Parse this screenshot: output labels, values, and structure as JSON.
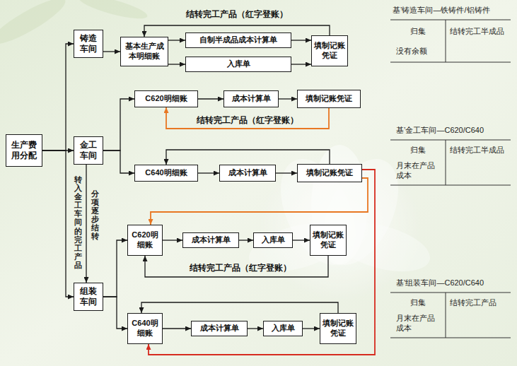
{
  "diagram": {
    "nodes": [
      {
        "text": [
          "生产费用分配"
        ]
      },
      {
        "text": [
          "铸造车间"
        ]
      },
      {
        "text": [
          "基本生产成本明细账"
        ]
      },
      {
        "text": [
          "自制半成品成本计算单"
        ]
      },
      {
        "text": [
          "入库单"
        ]
      },
      {
        "text": [
          "填制记账凭证"
        ]
      },
      {
        "text": [
          "金工车间"
        ]
      },
      {
        "text": [
          "C620明细账"
        ]
      },
      {
        "text": [
          "成本计算单"
        ]
      },
      {
        "text": [
          "填制记账凭证"
        ]
      },
      {
        "text": [
          "C640明细账"
        ]
      },
      {
        "text": [
          "成本计算单"
        ]
      },
      {
        "text": [
          "填制记账凭证"
        ]
      },
      {
        "text": [
          "组装车间"
        ]
      },
      {
        "text": [
          "C620明细账"
        ]
      },
      {
        "text": [
          "成本计算单"
        ]
      },
      {
        "text": [
          "入库单"
        ]
      },
      {
        "text": [
          "填制记账凭证"
        ]
      },
      {
        "text": [
          "C640明细账"
        ]
      },
      {
        "text": [
          "成本计算单"
        ]
      },
      {
        "text": [
          "入库单"
        ]
      },
      {
        "text": [
          "填制记账凭证"
        ]
      }
    ],
    "edges": [
      {
        "from": 0,
        "to": 1,
        "arrow": "to"
      },
      {
        "from": 0,
        "to": 6,
        "arrow": "to"
      },
      {
        "from": 0,
        "to": 13,
        "arrow": "to"
      },
      {
        "from": 1,
        "to": 2,
        "arrow": "to"
      },
      {
        "from": 2,
        "to": 3,
        "arrow": "to"
      },
      {
        "from": 2,
        "to": 4,
        "arrow": "to"
      },
      {
        "from": 3,
        "to": 5,
        "arrow": "to"
      },
      {
        "from": 4,
        "to": 5,
        "arrow": "to"
      },
      {
        "from": 5,
        "to": 2,
        "label": "结转完工产品（红字登账）",
        "arrow": "to"
      },
      {
        "from": 6,
        "to": 7,
        "arrow": "to"
      },
      {
        "from": 6,
        "to": 10,
        "arrow": "to"
      },
      {
        "from": 7,
        "to": 8,
        "arrow": "to"
      },
      {
        "from": 8,
        "to": 9,
        "arrow": "to"
      },
      {
        "from": 9,
        "to": 7,
        "label": "结转完工产品（红字登账）",
        "arrow": "to"
      },
      {
        "from": 10,
        "to": 11,
        "arrow": "to"
      },
      {
        "from": 11,
        "to": 12,
        "arrow": "to"
      },
      {
        "from": 12,
        "to": 10,
        "arrow": "to"
      },
      {
        "from": 12,
        "to": 14,
        "arrow": "to"
      },
      {
        "from": 12,
        "to": 18,
        "arrow": "to"
      },
      {
        "from": 6,
        "to": 13,
        "arrow": "to"
      },
      {
        "from": 13,
        "to": 14,
        "arrow": "to"
      },
      {
        "from": 13,
        "to": 18,
        "arrow": "to"
      },
      {
        "from": 14,
        "to": 15,
        "arrow": "to"
      },
      {
        "from": 15,
        "to": 16,
        "arrow": "to"
      },
      {
        "from": 16,
        "to": 17,
        "arrow": "to"
      },
      {
        "from": 17,
        "to": 14,
        "label": "结转完工产品（红字登账）",
        "arrow": "to"
      },
      {
        "from": 18,
        "to": 19,
        "arrow": "to"
      },
      {
        "from": 19,
        "to": 20,
        "arrow": "to"
      },
      {
        "from": 20,
        "to": 21,
        "arrow": "to"
      },
      {
        "from": 21,
        "to": 18,
        "arrow": "to"
      }
    ],
    "labels": [
      "转入金工车间的完工产品",
      "分项逐步结转",
      "基’铸造车间—铁铸件/铝铸件",
      "归集",
      "结转完工半成品",
      "没有余额",
      "基’金工车间—C620/C640",
      "归集",
      "结转完工半成品",
      "月末在产品成本",
      "基’组装车间—C620/C640",
      "归集",
      "结转完工产品",
      "月末在产品成本"
    ]
  }
}
